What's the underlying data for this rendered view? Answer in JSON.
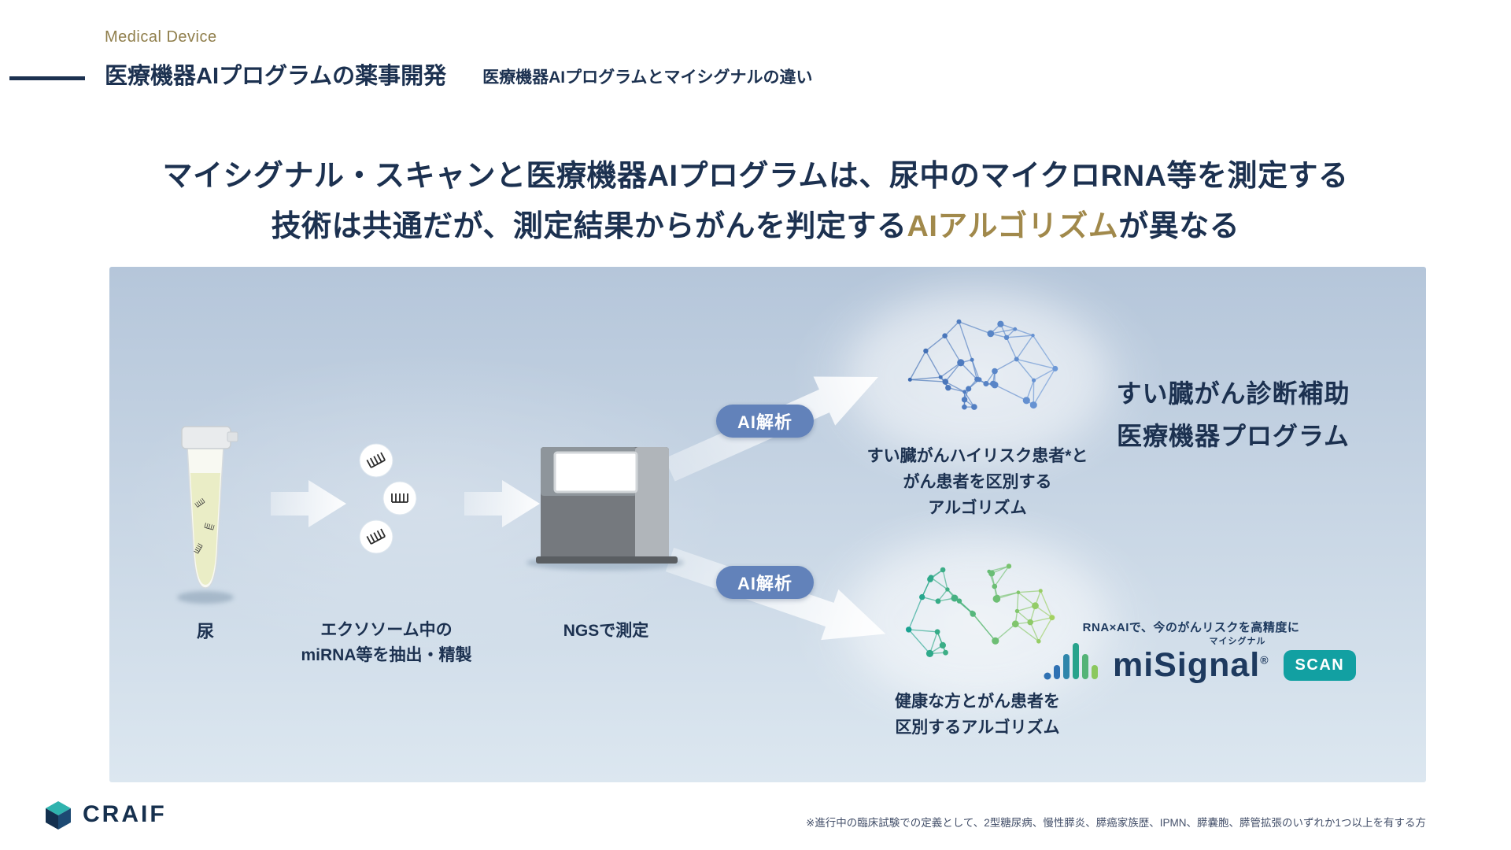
{
  "header": {
    "eyebrow": "Medical Device",
    "title": "医療機器AIプログラムの薬事開発",
    "subtitle": "医療機器AIプログラムとマイシグナルの違い"
  },
  "headline": {
    "line1": "マイシグナル・スキャンと医療機器AIプログラムは、尿中のマイクロRNA等を測定する",
    "line2_pre": "技術は共通だが、測定結果からがんを判定する",
    "line2_highlight": "AIアルゴリズム",
    "line2_post": "が異なる"
  },
  "diagram": {
    "steps": {
      "urine_label": "尿",
      "exosome_label": [
        "エクソソーム中の",
        "miRNA等を抽出・精製"
      ],
      "ngs_label": "NGSで測定"
    },
    "ai_badge_top": "AI解析",
    "ai_badge_bottom": "AI解析",
    "top_caption": [
      "すい臓がんハイリスク患者*と",
      "がん患者を区別する",
      "アルゴリズム"
    ],
    "top_result": [
      "すい臓がん診断補助",
      "医療機器プログラム"
    ],
    "bottom_caption": [
      "健康な方とがん患者を",
      "区別するアルゴリズム"
    ],
    "misignal": {
      "tagline": "RNA×AIで、今のがんリスクを高精度に",
      "brand": "miSignal",
      "brand_ruby": "マイシグナル",
      "registered": "®",
      "scan_badge": "SCAN"
    }
  },
  "footer": {
    "logo_text": "CRAIF",
    "footnote": "※進行中の臨床試験での定義として、2型糖尿病、慢性膵炎、膵癌家族歴、IPMN、膵嚢胞、膵管拡張のいずれか1つ以上を有する方"
  },
  "colors": {
    "navy": "#1c3150",
    "gold_accent": "#9a8750",
    "ai_badge_blue": "#6282ba",
    "scan_teal": "#12a0a2",
    "brain_blue": "#3a67ae",
    "brain_green_start": "#0f9e95",
    "brain_green_end": "#a8d35f",
    "panel_gradient_top": "#b5c6da",
    "panel_gradient_bottom": "#dce7f0"
  },
  "icons": {
    "urine_tube": "microcentrifuge-tube-illustration",
    "exosome": "exosome-comb-icon",
    "ngs_machine": "ngs-sequencer-illustration",
    "arrow_right": "white-block-arrow-right",
    "arrow_diagonal": "white-block-arrow-diagonal",
    "brain_top": "neural-network-brain-blue",
    "brain_bottom": "neural-network-brain-green",
    "misignal_bars": "equalizer-bars-logo",
    "craif_mark": "craif-cube-logo"
  }
}
